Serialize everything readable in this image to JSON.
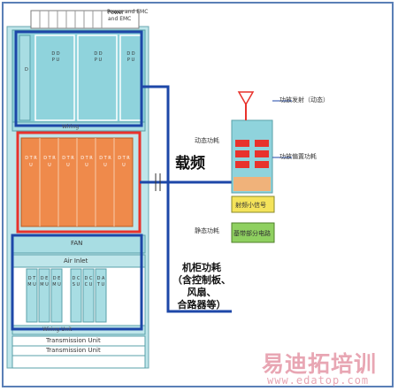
{
  "rack": {
    "top_label": "Power and EMC",
    "ddpu_modules": [
      "D D P U",
      "D D P U",
      "D D P U"
    ],
    "ddpu_fragment": "D",
    "mid_label_1": "Wiring",
    "dtru_modules": [
      "D T R U",
      "D T R U",
      "D T R U",
      "D T R U",
      "D T R U",
      "D T R U"
    ],
    "fan_label": "FAN",
    "air_inlet_label": "Air Inlet",
    "lower_modules": [
      "D T M U",
      "D E M U",
      "D E M U",
      "D C S U",
      "D C C U",
      "D A T U"
    ],
    "lower_wiring_label": "Wiring Unit",
    "transmission_1": "Transmission Unit",
    "transmission_2": "Transmission Unit"
  },
  "labels": {
    "carrier": "载频",
    "cabinet_power": [
      "机柜功耗",
      "（含控制板、",
      "风扇、",
      "合路器等）"
    ]
  },
  "inset": {
    "dynamic_label": "动态功耗",
    "static_label": "静态功耗",
    "annot_1": "功放发射（动态）",
    "annot_2": "功放偏置功耗",
    "box_green": "射频小信号",
    "box_green2": "基带部分电路"
  },
  "colors": {
    "rack_teal": "#8fd3dc",
    "dtru_orange": "#ef8a4b",
    "highlight_blue": "#1d47a8",
    "highlight_red": "#e8322c"
  }
}
